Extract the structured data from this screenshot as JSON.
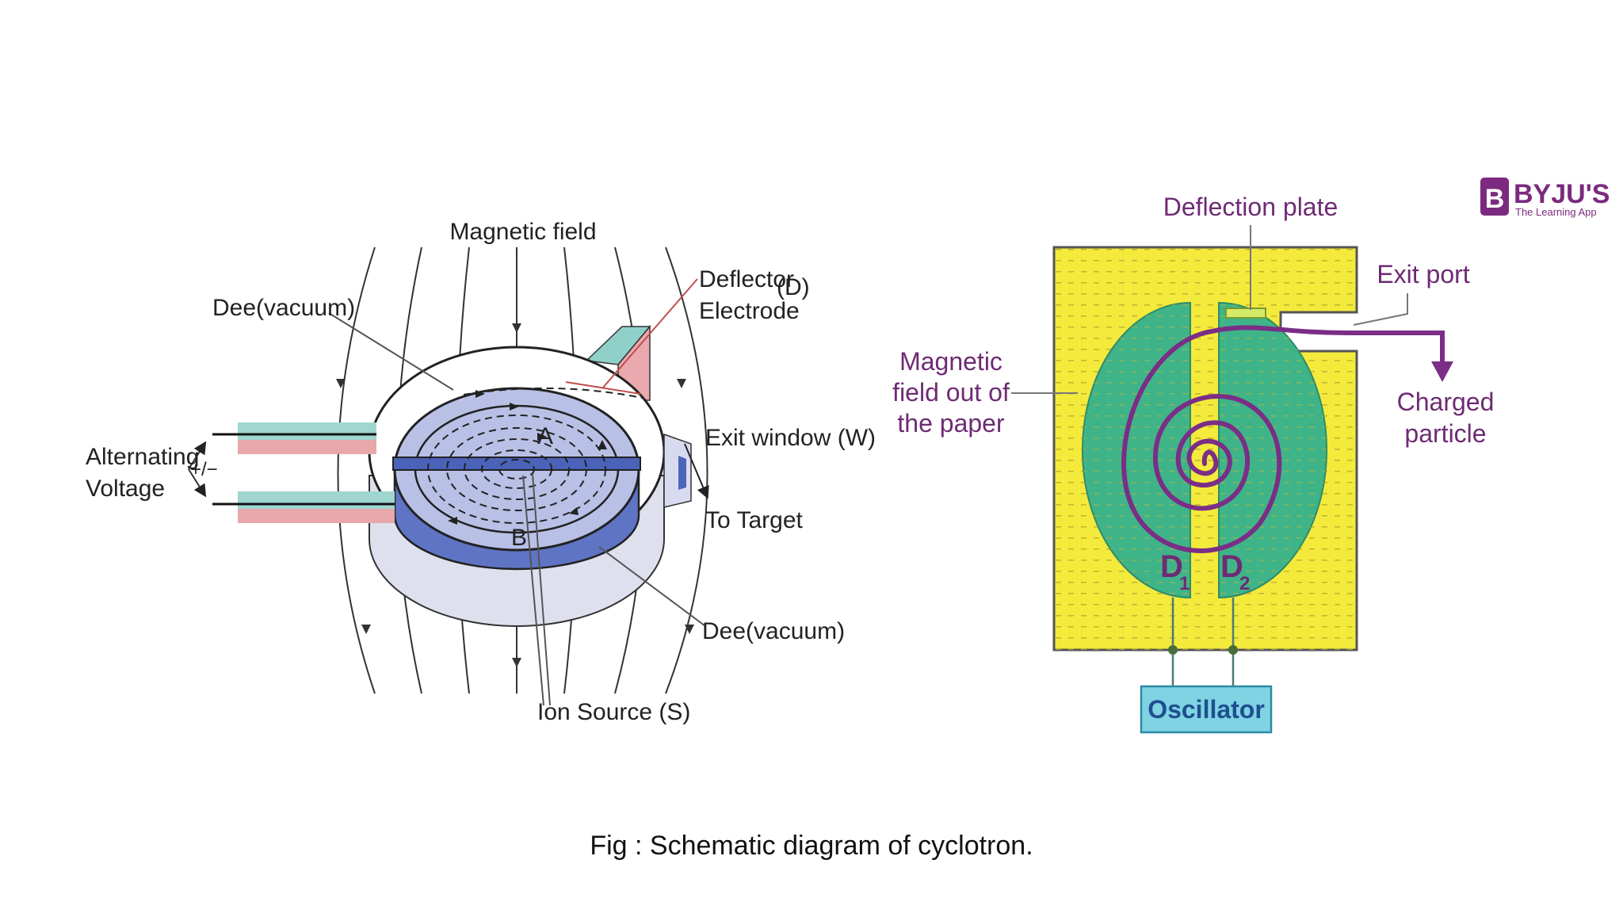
{
  "left_diagram": {
    "labels": {
      "magnetic_field": "Magnetic field",
      "dee_top": "Dee(vacuum)",
      "deflector": "Deflector",
      "deflector_d": "(D)",
      "electrode": "Electrode",
      "alternating": "Alternating",
      "voltage": "Voltage",
      "plus_minus": "+/−",
      "exit_window": "Exit window (W)",
      "to_target": "To Target",
      "dee_bottom": "Dee(vacuum)",
      "ion_source": "Ion Source (S)",
      "point_a": "A",
      "point_b": "B"
    }
  },
  "right_diagram": {
    "labels": {
      "deflection_plate": "Deflection plate",
      "exit_port": "Exit port",
      "magnetic_line1": "Magnetic",
      "magnetic_line2": "field out of",
      "magnetic_line3": "the paper",
      "charged_line1": "Charged",
      "charged_line2": "particle",
      "d1": "D",
      "d1_sub": "1",
      "d2": "D",
      "d2_sub": "2",
      "oscillator": "Oscillator"
    },
    "colors": {
      "field_yellow": "#f4ea3c",
      "dee_green": "#3fb489",
      "spiral_purple": "#7a2e86",
      "oscillator_fill": "#7fd3e3"
    }
  },
  "logo": {
    "brand": "BYJU'S",
    "tagline": "The Learning App",
    "color": "#7b2a7f"
  },
  "caption": "Fig : Schematic diagram of cyclotron."
}
